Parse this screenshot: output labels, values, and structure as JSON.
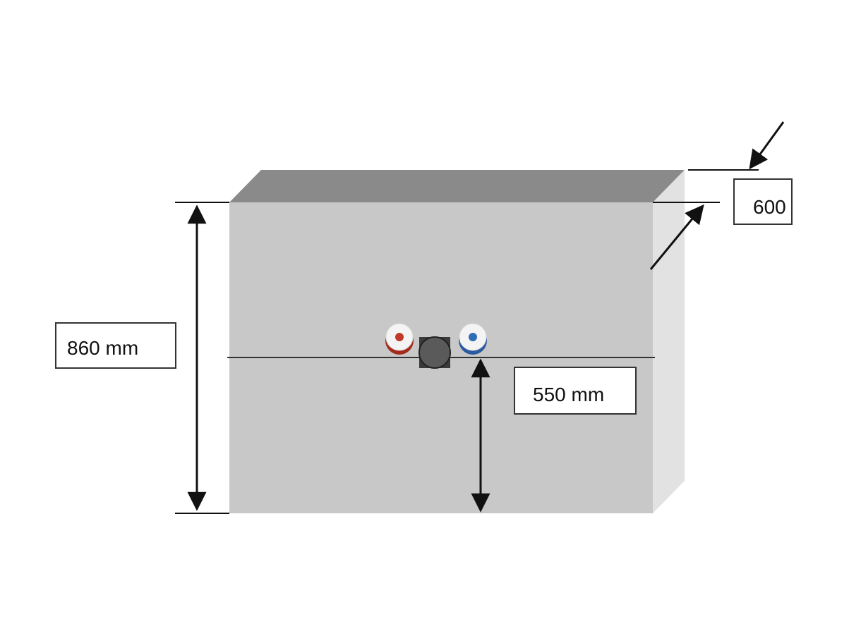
{
  "dimensions": {
    "height_label": "860 mm",
    "connection_height_label": "550 mm",
    "depth_label": "600"
  },
  "colors": {
    "front_face": "#c8c8c8",
    "top_face": "#8a8a8a",
    "side_face": "#e2e2e2",
    "hot_water": "#c0392b",
    "cold_water": "#2f6db5",
    "drain": "#5a5a5a",
    "line": "#111111"
  },
  "icons": {
    "hot_water_connection": "hot-water-valve-icon",
    "cold_water_connection": "cold-water-valve-icon",
    "drain_connection": "drain-pipe-icon"
  }
}
